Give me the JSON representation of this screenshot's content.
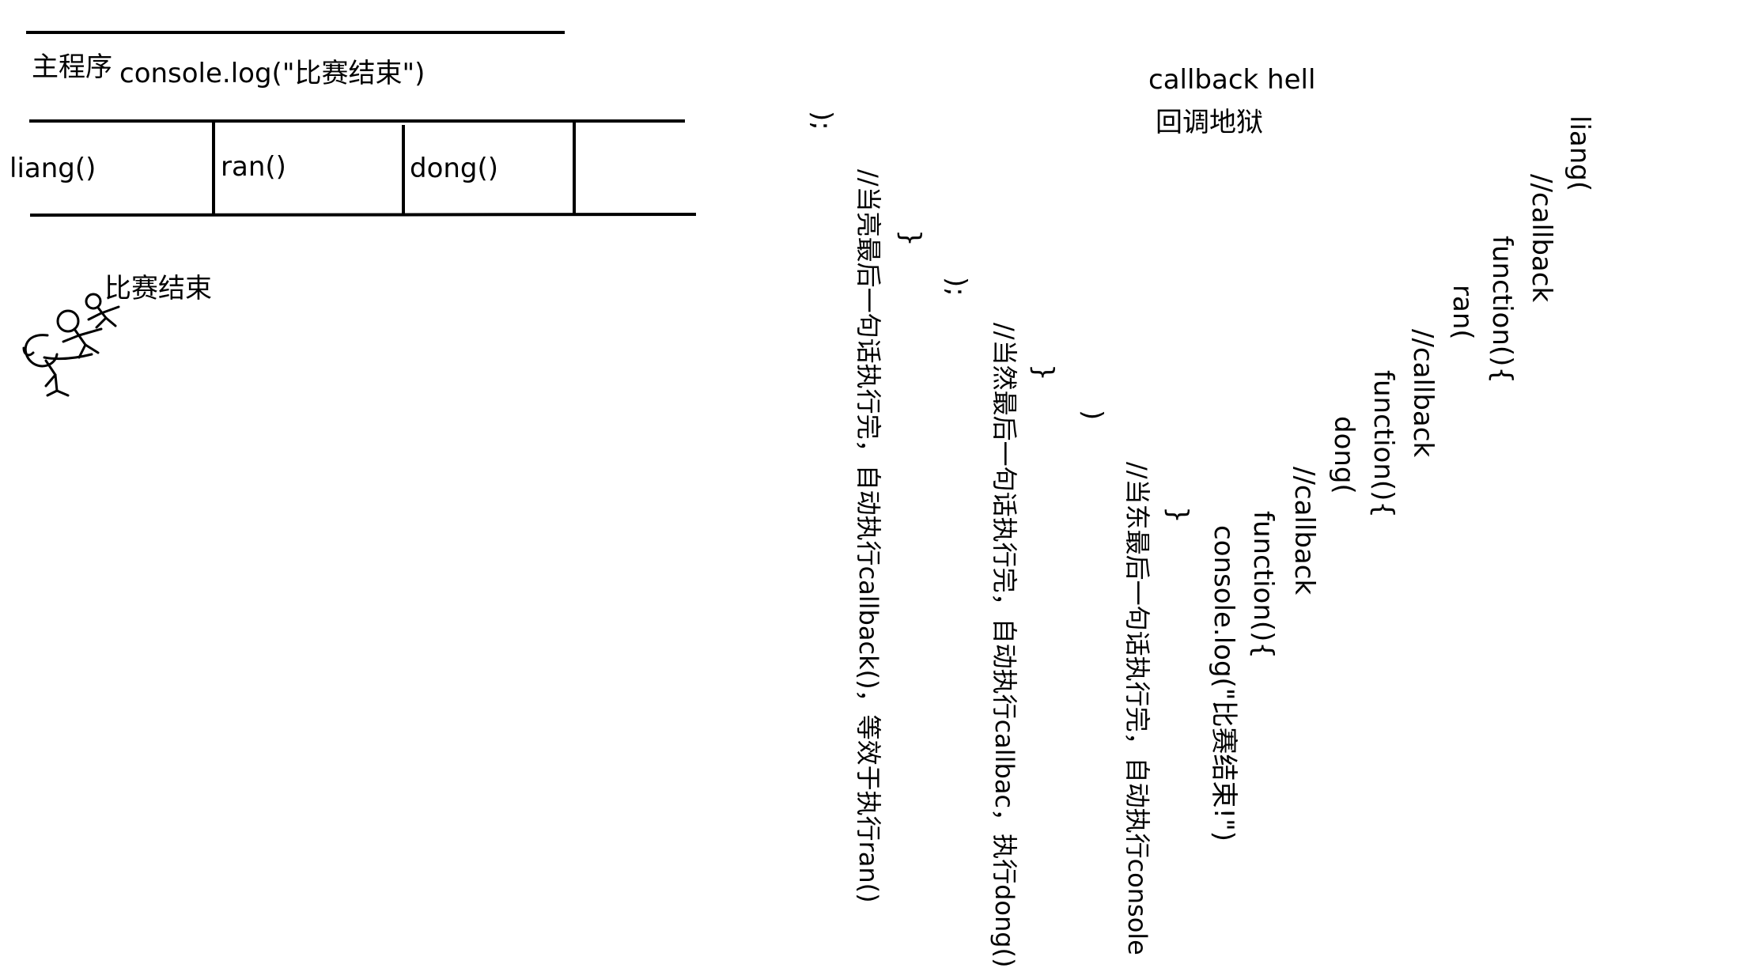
{
  "main_program": {
    "label": "主程序",
    "statement": "console.log(\"比赛结束\")"
  },
  "stack_cells": [
    "liang()",
    "ran()",
    "dong()",
    ""
  ],
  "finish_caption": "比赛结束",
  "title": {
    "english": "callback hell",
    "chinese": "回调地狱"
  },
  "code_lines": [
    "liang(",
    "//callback",
    "function(){",
    "ran(",
    "//callback",
    "function(){",
    "dong(",
    "//callback",
    "function(){",
    "console.log(\"比赛结束!\")",
    "}",
    "//当东最后一句话执行完，自动执行console",
    ")",
    "}",
    "//当然最后一句话执行完，自动执行callbac，执行dong()",
    ");",
    "}",
    "//当亮最后一句话执行完，自动执行callback()，等效于执行ran()",
    ");"
  ]
}
